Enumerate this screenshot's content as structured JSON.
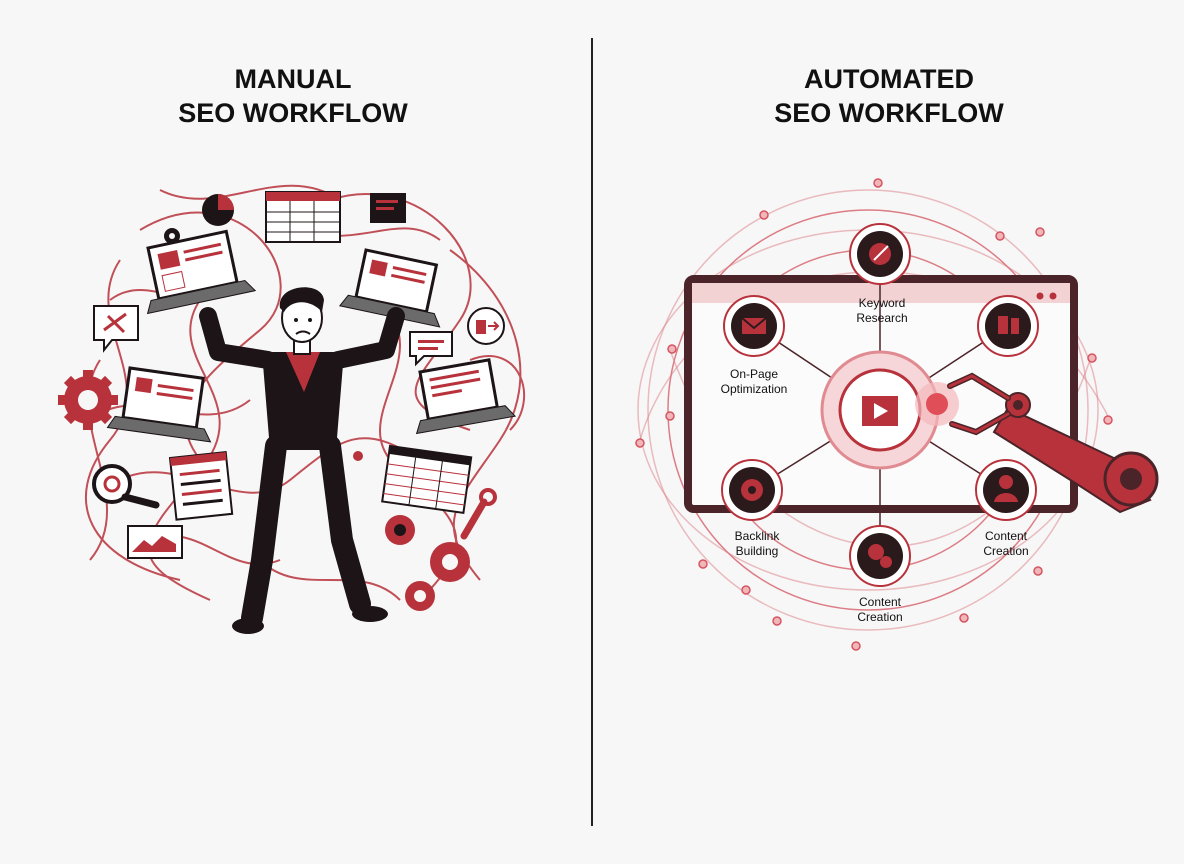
{
  "panels": {
    "manual": {
      "title_line1": "MANUAL",
      "title_line2": "SEO WORKFLOW"
    },
    "automated": {
      "title_line1": "AUTOMATED",
      "title_line2": "SEO WORKFLOW",
      "nodes": {
        "keyword_line1": "Keyword",
        "keyword_line2": "Research",
        "onpage_line1": "On-Page",
        "onpage_line2": "Optimization",
        "backlink_line1": "Backlink",
        "backlink_line2": "Building",
        "content_right_line1": "Content",
        "content_right_line2": "Creation",
        "content_bottom_line1": "Content",
        "content_bottom_line2": "Creation"
      }
    }
  },
  "colors": {
    "accent": "#b8323c",
    "dark": "#1c1416",
    "light_accent": "#e8a6ab"
  }
}
